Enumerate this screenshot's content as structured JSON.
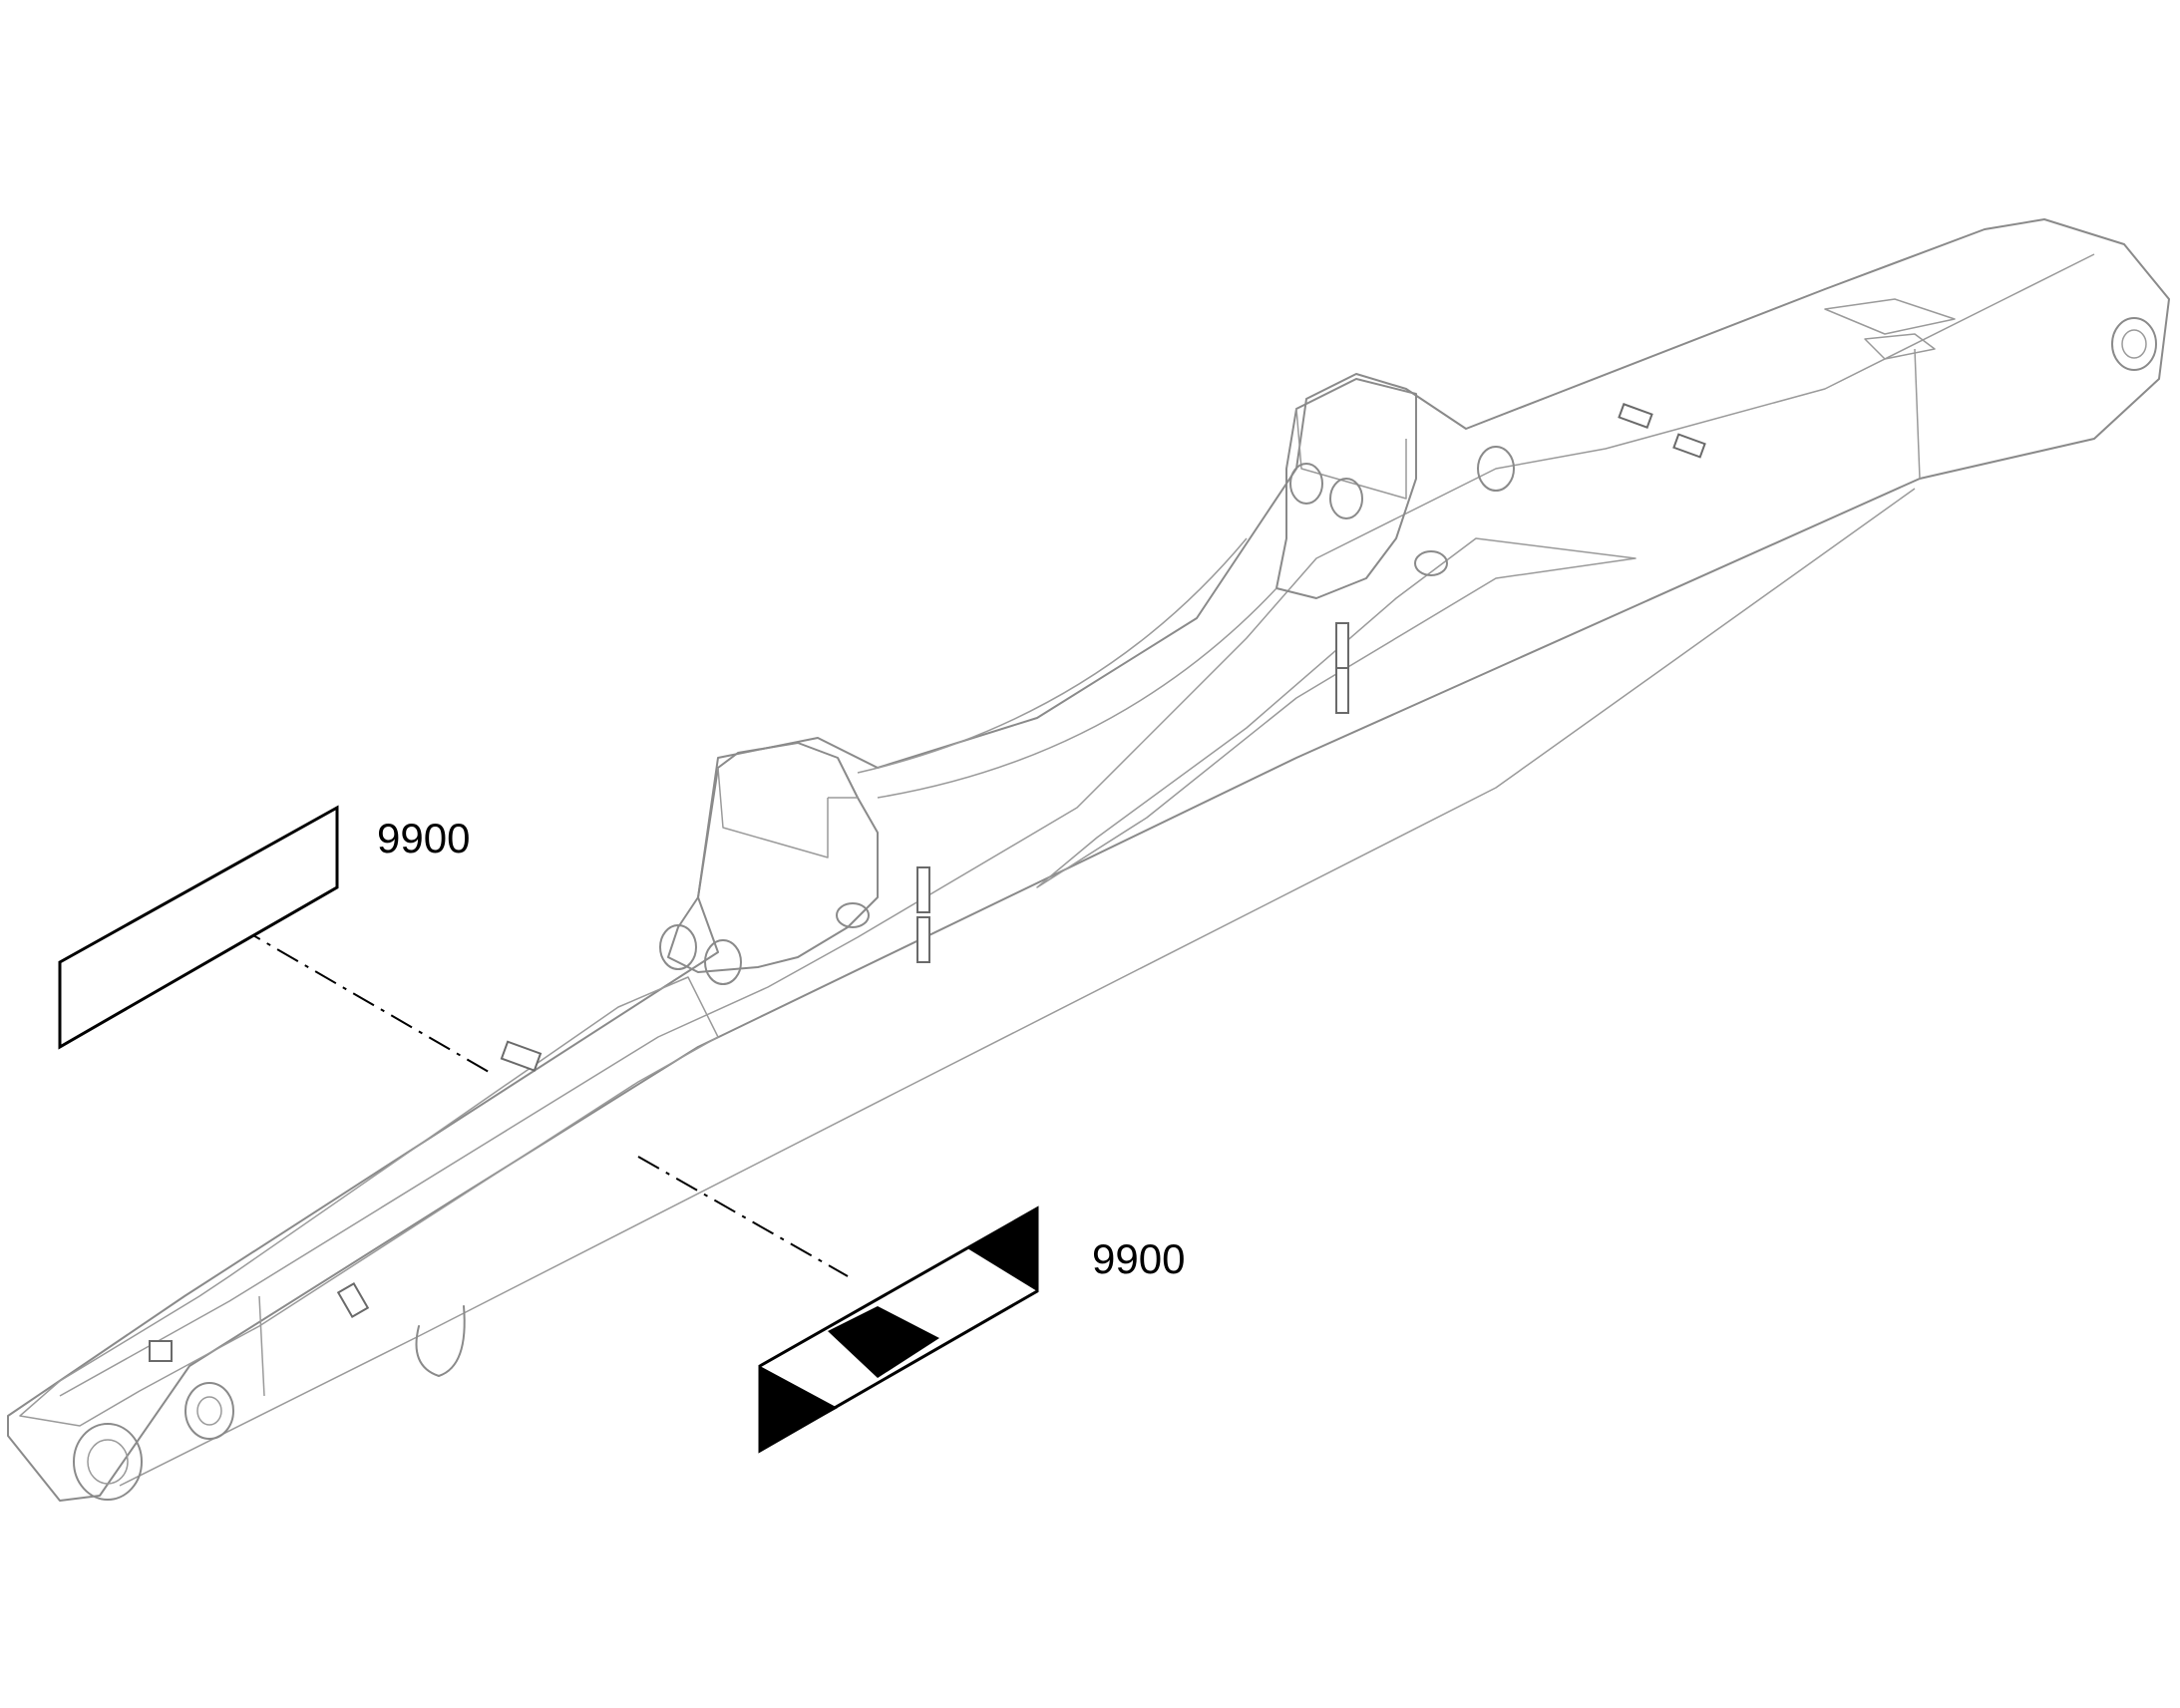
{
  "callouts": [
    {
      "id": "plain-decal",
      "label": "9900"
    },
    {
      "id": "striped-decal",
      "label": "9900"
    }
  ],
  "colors": {
    "outline": "#8a8a8a",
    "decal_stroke": "#000000",
    "stripe": "#000000",
    "background": "#ffffff"
  }
}
